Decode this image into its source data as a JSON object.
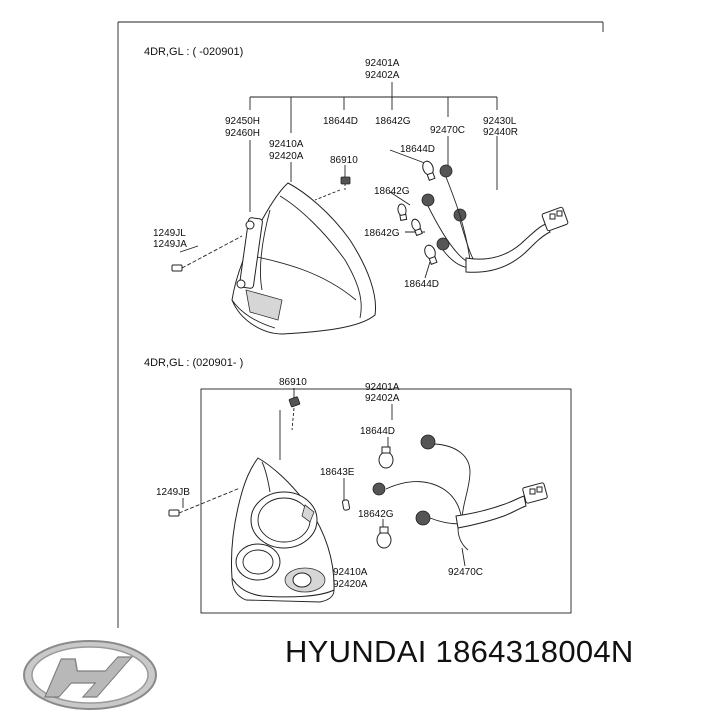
{
  "sections": [
    {
      "heading": "4DR,GL : ( -020901)",
      "labels": {
        "assy_top_1": "92401A",
        "assy_top_2": "92402A",
        "lamp_left_1": "92450H",
        "lamp_left_2": "92460H",
        "bulb_d_top": "18644D",
        "bulb_g_top": "18642G",
        "side_1": "92430L",
        "side_2": "92440R",
        "lens_1": "92410A",
        "lens_2": "92420A",
        "socket": "92470C",
        "nut": "86910",
        "bulb_d_1": "18644D",
        "bulb_g_1": "18642G",
        "bulb_g_2": "18642G",
        "bulb_d_2": "18644D",
        "screw_1": "1249JL",
        "screw_2": "1249JA"
      }
    },
    {
      "heading": "4DR,GL : (020901- )",
      "labels": {
        "nut": "86910",
        "assy_1": "92401A",
        "assy_2": "92402A",
        "bulb_d": "18644D",
        "bulb_e": "18643E",
        "bulb_g": "18642G",
        "screw": "1249JB",
        "lens_1": "92410A",
        "lens_2": "92420A",
        "socket": "92470C"
      }
    }
  ],
  "brand_logo": "hyundai-logo",
  "caption": "HYUNDAI 1864318004N"
}
